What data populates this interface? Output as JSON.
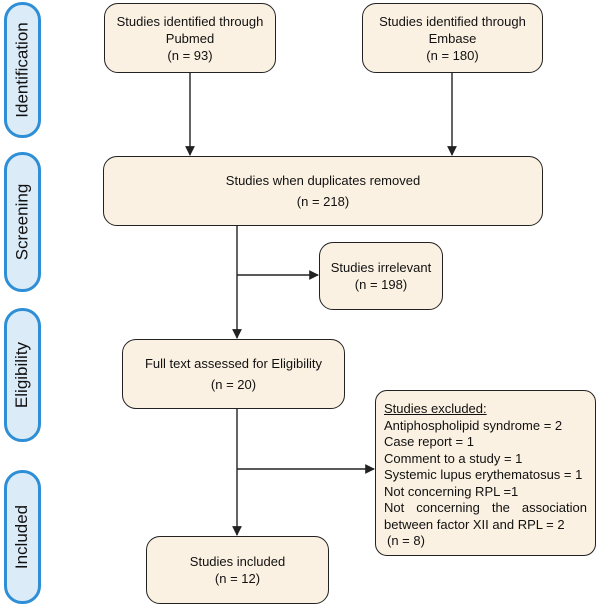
{
  "stages": [
    {
      "id": "identification",
      "label": "Identification"
    },
    {
      "id": "screening",
      "label": "Screening"
    },
    {
      "id": "eligibility",
      "label": "Eligibility"
    },
    {
      "id": "included",
      "label": "Included"
    }
  ],
  "boxes": {
    "pubmed": {
      "line1": "Studies identified through",
      "line2": "Pubmed",
      "count": "(n = 93)"
    },
    "embase": {
      "line1": "Studies identified through",
      "line2": "Embase",
      "count": "(n = 180)"
    },
    "duplicates": {
      "line1": "Studies when duplicates removed",
      "count": "(n = 218)"
    },
    "irrelevant": {
      "line1": "Studies irrelevant",
      "count": "(n = 198)"
    },
    "fulltext": {
      "line1": "Full text assessed for  Eligibility",
      "count": "(n = 20)"
    },
    "included": {
      "line1": "Studies included",
      "count": "(n = 12)"
    }
  },
  "excluded": {
    "title": "Studies excluded:",
    "items": [
      "Antiphospholipid syndrome = 2",
      "Case report = 1",
      "Comment to a study = 1",
      "Systemic lupus erythematosus = 1",
      "Not concerning RPL =1"
    ],
    "association_words": [
      "Not",
      "concerning",
      "the",
      "association"
    ],
    "association_line2": "between factor XII and RPL = 2",
    "total": "(n = 8)"
  },
  "colors": {
    "box_fill": "#fbf1e2",
    "stage_border": "#2e8fd6",
    "stage_fill": "#dcebf8",
    "line": "#222222"
  }
}
